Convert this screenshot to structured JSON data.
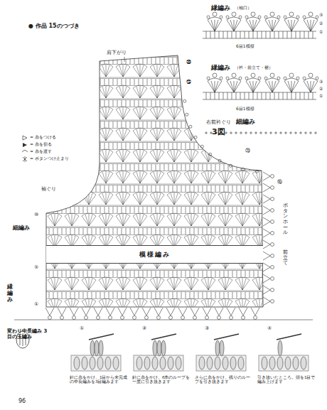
{
  "diagram": {
    "title": "● 作品 15のつづき",
    "nodes": [
      {
        "text": [
          "模様編み"
        ]
      }
    ],
    "labels": [
      "肩下がり",
      "右前衿ぐり",
      "3図",
      "袖ぐり",
      "細編み",
      "ボタンホール",
      "前立て",
      "縁編み",
      "縁編み",
      "（袖口）",
      "6目1模様",
      "縁編み",
      "（衿・前立て・裾）",
      "6目1模様",
      "細編み",
      "③",
      "②",
      "①",
      "③",
      "②",
      "①",
      "㉚",
      "㉕",
      "⑳",
      "⑮",
      "⑩",
      "⑤",
      "①",
      "変わり中長編み 3目の玉編み",
      "①",
      "②",
      "③",
      "④",
      "針に糸をかけ、1目から未完成の中長編みを3目編みます",
      "針に糸をかけ、6本のループを一度に引き抜きます",
      "さらに糸をかけ、残りのループを引き抜きます",
      "引き抜いたところ。頭を1目で編み上げます",
      "96"
    ],
    "legend": [
      {
        "text": "= 糸をつける"
      },
      {
        "text": "= 糸を切る"
      },
      {
        "text": "= 糸を渡す"
      },
      {
        "text": "= ボタンつけ止まり"
      }
    ]
  }
}
